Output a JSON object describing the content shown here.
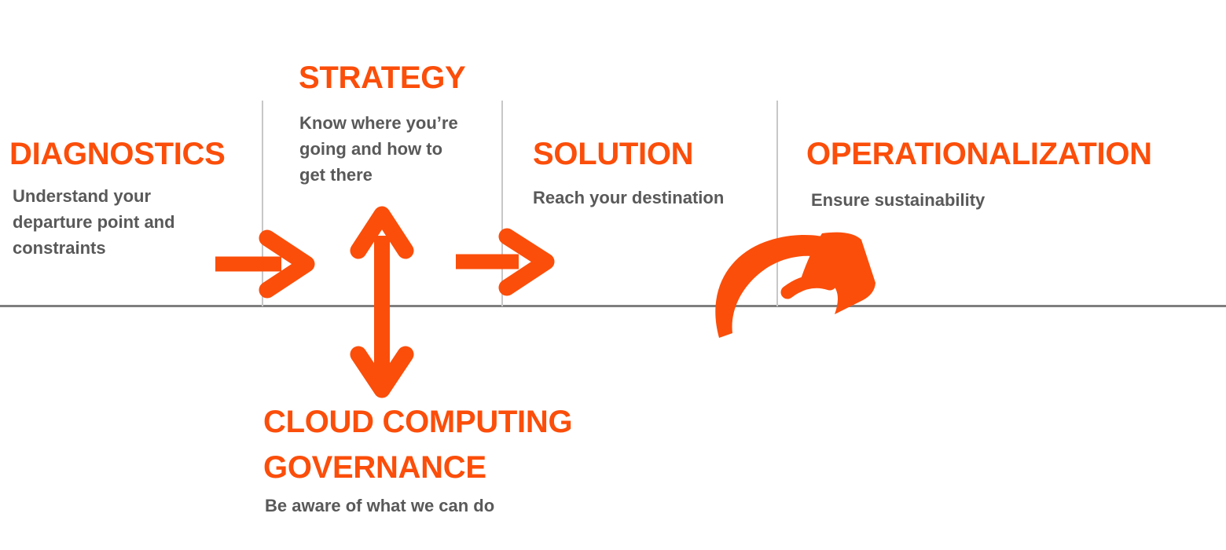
{
  "diagram": {
    "kind": "process-flow",
    "stages": {
      "diagnostics": {
        "title": "DIAGNOSTICS",
        "description": "Understand your departure point and constraints"
      },
      "strategy": {
        "title": "STRATEGY",
        "description": "Know where you’re going and how to get there"
      },
      "solution": {
        "title": "SOLUTION",
        "description": "Reach your destination"
      },
      "operationalization": {
        "title": "OPERATIONALIZATION",
        "description": "Ensure sustainability"
      },
      "governance": {
        "title": "CLOUD COMPUTING GOVERNANCE",
        "description": "Be aware of what we can do"
      }
    },
    "arrows": [
      {
        "icon": "right-arrow-icon",
        "from": "diagnostics",
        "to": "strategy"
      },
      {
        "icon": "double-vertical-arrow-icon",
        "from": "strategy",
        "to": "governance"
      },
      {
        "icon": "right-arrow-icon",
        "from": "strategy",
        "to": "solution"
      },
      {
        "icon": "curved-swoosh-arrow-icon",
        "from": "solution",
        "to": "operationalization"
      }
    ],
    "colors": {
      "accent_orange": "#FB4E0A",
      "subtitle_gray": "#595959",
      "divider_gray": "#C7C7C7",
      "baseline_gray": "#7F7F7F",
      "background": "#FFFFFF"
    }
  }
}
